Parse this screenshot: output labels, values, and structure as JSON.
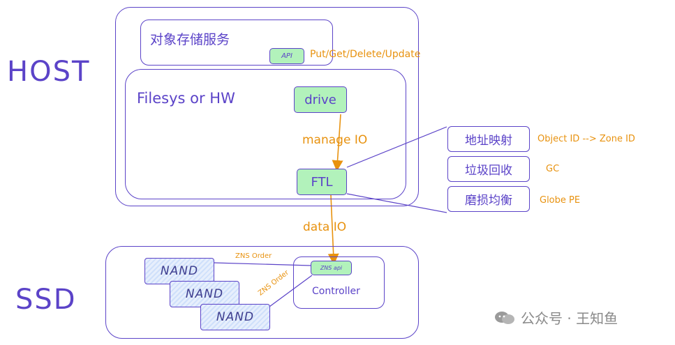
{
  "labels": {
    "host": "HOST",
    "ssd": "SSD",
    "object_service": "对象存储服务",
    "api": "API",
    "api_ops": "Put/Get/Delete/Update",
    "filesys": "Filesys or HW",
    "drive": "drive",
    "manage_io": "manage IO",
    "ftl": "FTL",
    "data_io": "data IO",
    "zns_api": "ZNS api",
    "controller": "Controller",
    "zns_order_1": "ZNS Order",
    "zns_order_2": "ZNS Order",
    "nand_1": "NAND",
    "nand_2": "NAND",
    "nand_3": "NAND"
  },
  "ftl_functions": [
    {
      "name": "地址映射",
      "note": "Object ID -->  Zone ID"
    },
    {
      "name": "垃圾回收",
      "note": "GC"
    },
    {
      "name": "磨损均衡",
      "note": "Globe PE"
    }
  ],
  "watermark": "公众号 · 王知鱼",
  "colors": {
    "purple": "#5b43c8",
    "orange": "#e8920f",
    "green": "#b2f2bb",
    "nand_blue": "#cfe0fb"
  }
}
